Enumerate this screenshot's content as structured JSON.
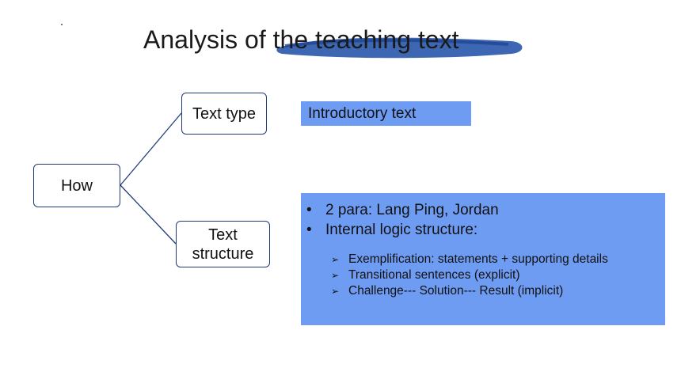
{
  "title": {
    "prefix": "Analysis of ",
    "highlighted": "the teaching text",
    "marker_color": "#2e5aac"
  },
  "nodes": {
    "root": "How",
    "text_type": "Text type",
    "text_structure_line1": "Text",
    "text_structure_line2": "structure"
  },
  "details": {
    "text_type_answer": "Introductory text",
    "bullets": [
      "2 para: Lang Ping, Jordan",
      "Internal logic structure:"
    ],
    "sub_bullets": [
      "Exemplification: statements + supporting details",
      "Transitional sentences (explicit)",
      "Challenge--- Solution--- Result (implicit)"
    ]
  },
  "colors": {
    "box_fill": "#6f9cf3",
    "connector": "#223a7a"
  }
}
